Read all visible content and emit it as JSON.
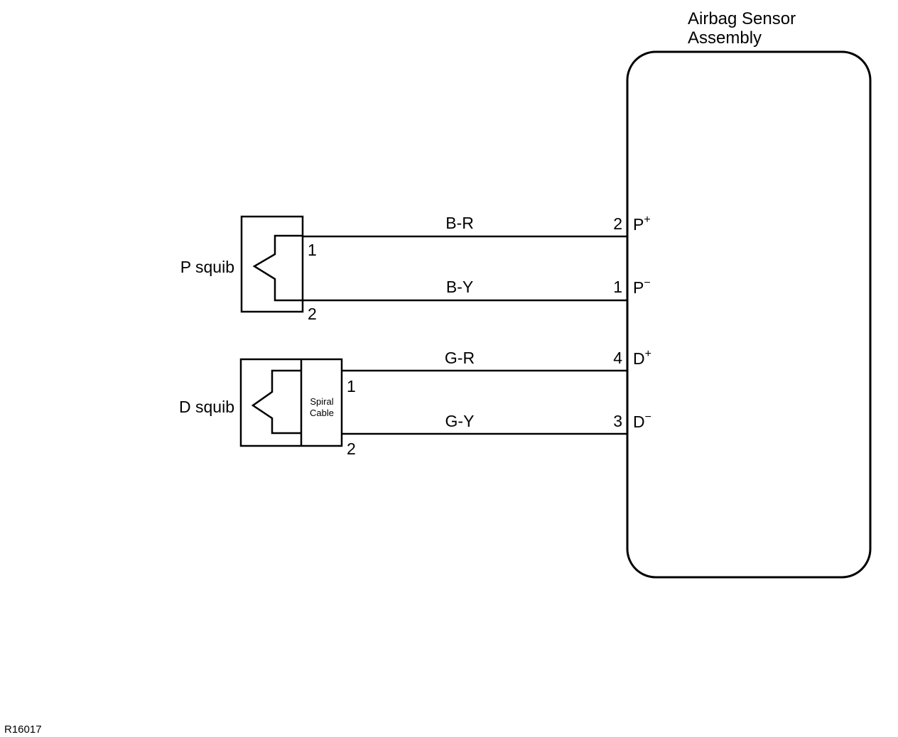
{
  "sensor": {
    "title_line1": "Airbag Sensor",
    "title_line2": "Assembly"
  },
  "p_squib": {
    "label": "P squib",
    "pin1": "1",
    "pin2": "2"
  },
  "d_squib": {
    "label": "D squib",
    "pin1": "1",
    "pin2": "2",
    "spiral_line1": "Spiral",
    "spiral_line2": "Cable"
  },
  "wires": [
    {
      "color": "B-R",
      "pin": "2",
      "terminal": "P",
      "sign": "+"
    },
    {
      "color": "B-Y",
      "pin": "1",
      "terminal": "P",
      "sign": "−"
    },
    {
      "color": "G-R",
      "pin": "4",
      "terminal": "D",
      "sign": "+"
    },
    {
      "color": "G-Y",
      "pin": "3",
      "terminal": "D",
      "sign": "−"
    }
  ],
  "figure_code": "R16017"
}
